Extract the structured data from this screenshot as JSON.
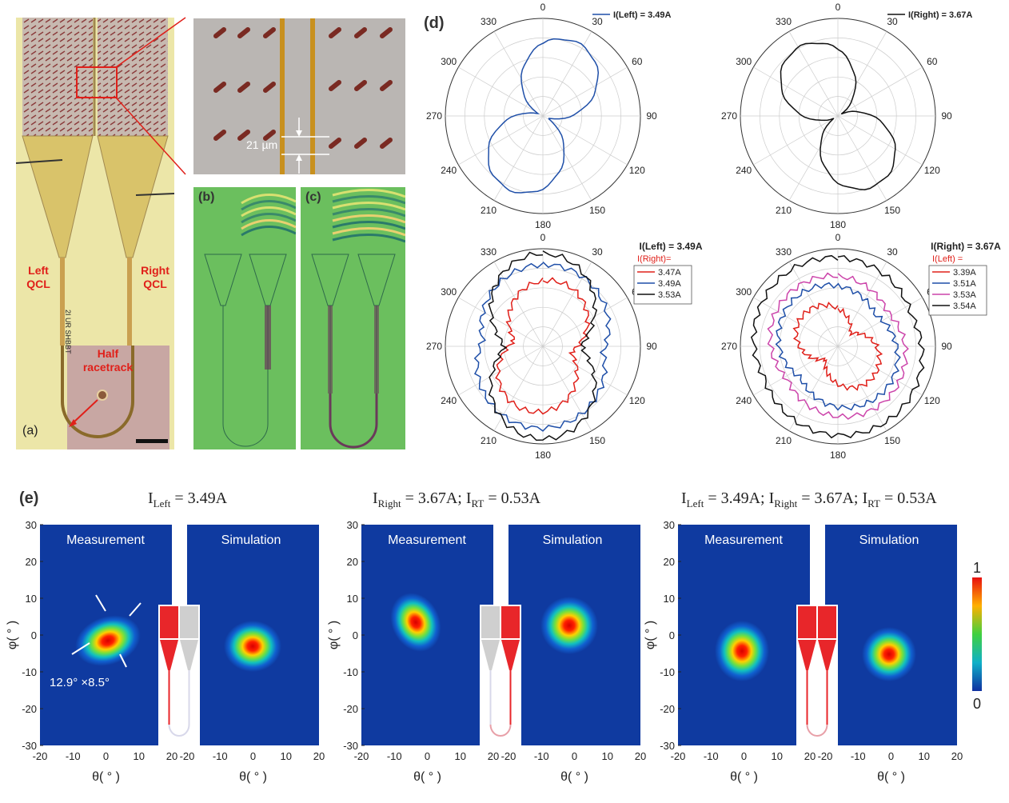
{
  "panel_a": {
    "letter": "(a)",
    "left_label": [
      "Left",
      "QCL"
    ],
    "right_label": [
      "Right",
      "QCL"
    ],
    "racetrack_label": [
      "Half",
      "racetrack"
    ],
    "chip_text": "2I UR SHBBT"
  },
  "inset_zoom": {
    "dimension": "21 µm"
  },
  "panel_b": {
    "letter": "(b)"
  },
  "panel_c": {
    "letter": "(c)"
  },
  "panel_d": {
    "letter": "(d)",
    "angle_labels": [
      "0",
      "30",
      "60",
      "90",
      "120",
      "150",
      "180",
      "210",
      "240",
      "270",
      "300",
      "330"
    ],
    "plots": [
      {
        "legend_title": "I(Left) = 3.49A",
        "legend_sub": "",
        "entries": [
          {
            "label": "I(Left) = 3.49A",
            "color": "#1f4fa8"
          }
        ]
      },
      {
        "legend_title": "I(Right) = 3.67A",
        "legend_sub": "",
        "entries": [
          {
            "label": "I(Right) = 3.67A",
            "color": "#111111"
          }
        ]
      },
      {
        "legend_title": "I(Left) = 3.49A",
        "legend_sub": "I(Right)=",
        "entries": [
          {
            "label": "3.47A",
            "color": "#e0201a"
          },
          {
            "label": "3.49A",
            "color": "#1f4fa8"
          },
          {
            "label": "3.53A",
            "color": "#111111"
          }
        ]
      },
      {
        "legend_title": "I(Right) = 3.67A",
        "legend_sub": "I(Left) =",
        "entries": [
          {
            "label": "3.39A",
            "color": "#e0201a"
          },
          {
            "label": "3.51A",
            "color": "#1f4fa8"
          },
          {
            "label": "3.53A",
            "color": "#cc44aa"
          },
          {
            "label": "3.54A",
            "color": "#111111"
          }
        ]
      }
    ]
  },
  "panel_e": {
    "letter": "(e)",
    "titles": [
      "I_Left = 3.49A",
      "I_Right = 3.67A; I_RT = 0.53A",
      "I_Left = 3.49A; I_Right = 3.67A; I_RT = 0.53A"
    ],
    "measurement_label": "Measurement",
    "simulation_label": "Simulation",
    "ylabel": "φ( ° )",
    "xlabel": "θ( ° )",
    "yticks": [
      "30",
      "20",
      "10",
      "0",
      "-10",
      "-20",
      "-30"
    ],
    "xticks": [
      "-20",
      "-10",
      "0",
      "10",
      "20"
    ],
    "annotation": "12.9°  ×8.5°",
    "colorbar": {
      "max": "1",
      "min": "0"
    }
  }
}
